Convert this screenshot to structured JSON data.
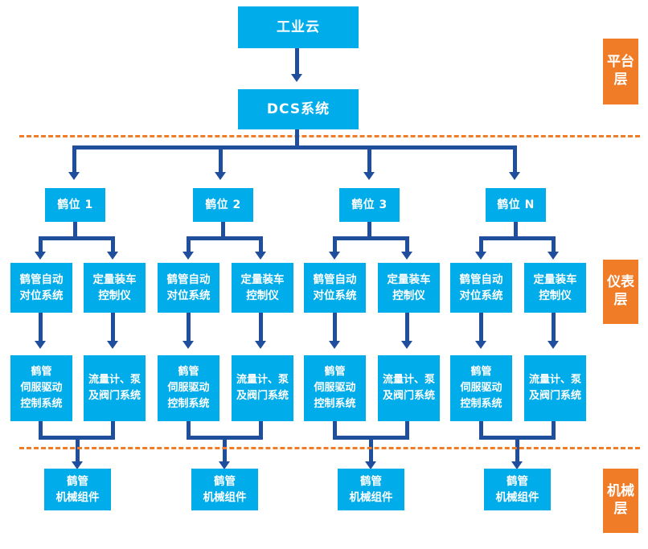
{
  "diagram": {
    "title_node": "工业云",
    "dcs_node": "DCS系统",
    "layers": [
      {
        "name": "platform-layer",
        "label": "平台层",
        "color": "#F07C28"
      },
      {
        "name": "instrument-layer",
        "label": "仪表层",
        "color": "#F07C28"
      },
      {
        "name": "mechanical-layer",
        "label": "机械层",
        "color": "#F07C28"
      }
    ],
    "colors": {
      "box_blue": "#00ACE9",
      "connector_navy": "#1F4E9C",
      "layer_orange": "#F07C28",
      "separator_orange": "#F07C28",
      "background": "#FFFFFF",
      "box_text": "#FFFFFF"
    },
    "stations": [
      {
        "label": "鹤位 1"
      },
      {
        "label": "鹤位 2"
      },
      {
        "label": "鹤位 3"
      },
      {
        "label": "鹤位 N"
      }
    ],
    "instrument_row": {
      "left": "鹤管自动\n对位系统",
      "right": "定量装车\n控制仪"
    },
    "driver_row": {
      "left": "鹤管\n伺服驱动\n控制系统",
      "right": "流量计、泵\n及阀门系统"
    },
    "mechanical_row": {
      "label": "鹤管\n机械组件"
    }
  }
}
